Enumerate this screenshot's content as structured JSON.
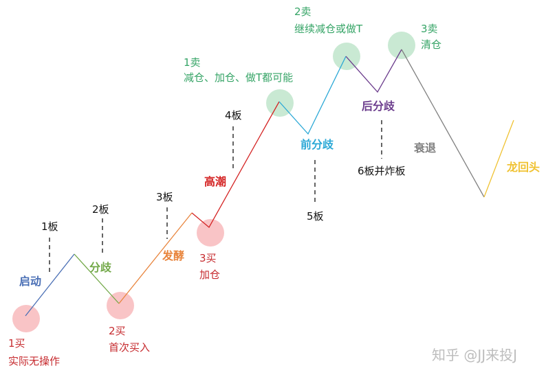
{
  "boards": [
    "1板",
    "2板",
    "3板",
    "4板",
    "5板",
    "6板并炸板"
  ],
  "phases": {
    "start": "启动",
    "diverge": "分歧",
    "ferment": "发酵",
    "climax": "高潮",
    "front_diverge": "前分歧",
    "back_diverge": "后分歧",
    "decline": "衰退",
    "dragon_return": "龙回头"
  },
  "buys": [
    {
      "title": "1买",
      "desc": "实际无操作"
    },
    {
      "title": "2买",
      "desc": "首次买入"
    },
    {
      "title": "3买",
      "desc": "加仓"
    }
  ],
  "sells": [
    {
      "title": "1卖",
      "desc": "减仓、加仓、做T都可能"
    },
    {
      "title": "2卖",
      "desc": "继续减仓或做T"
    },
    {
      "title": "3卖",
      "desc": "清仓"
    }
  ],
  "colors": {
    "start": "#4a6fb5",
    "diverge": "#72a848",
    "ferment": "#e8843c",
    "climax": "#d42424",
    "front_diverge": "#2aa8d6",
    "back_diverge": "#6b3c8c",
    "decline": "#808080",
    "dragon_return": "#f0c232",
    "buy_circle": "#f9c4c6",
    "sell_circle": "#c9e9d3"
  },
  "watermark": "知乎 @JJ来投J"
}
